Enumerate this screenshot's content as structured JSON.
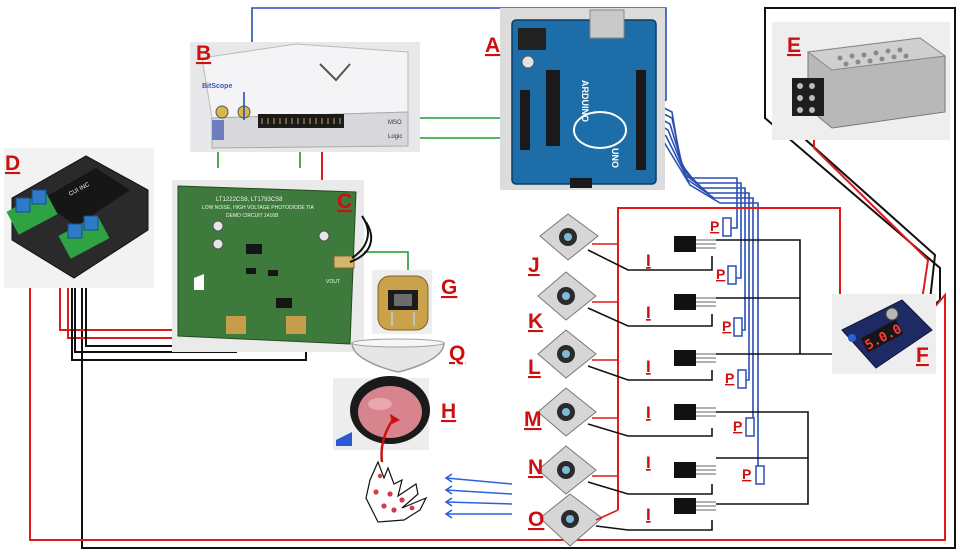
{
  "labels": {
    "A": "A",
    "B": "B",
    "C": "C",
    "D": "D",
    "E": "E",
    "F": "F",
    "G": "G",
    "H": "H",
    "Q": "Q",
    "J": "J",
    "K": "K",
    "L": "L",
    "M": "M",
    "N": "N",
    "O": "O",
    "I": "I",
    "P": "P"
  },
  "components": {
    "arduino": {
      "brand": "ARDUINO",
      "model": "UNO"
    },
    "scope": {
      "brand": "BitScope",
      "tag": "MSO",
      "logic": "Logic"
    },
    "demo_board": {
      "line1": "LT1222CS8, LT1793CS8",
      "line2": "LOW NOISE, HIGH VOLTAGE PHOTODIODE TIA",
      "line3": "DEMO CIRCUIT 1416B",
      "vout": "VOUT"
    },
    "dcdc": {
      "brand": "CUI INC"
    },
    "led_panel": {
      "display": "5.0.0"
    }
  },
  "colors": {
    "power_red": "#e01919",
    "ground_black": "#111111",
    "signal_blue": "#2a4fb5",
    "signal_green": "#1f9a2a",
    "label_red": "#cc1010"
  }
}
